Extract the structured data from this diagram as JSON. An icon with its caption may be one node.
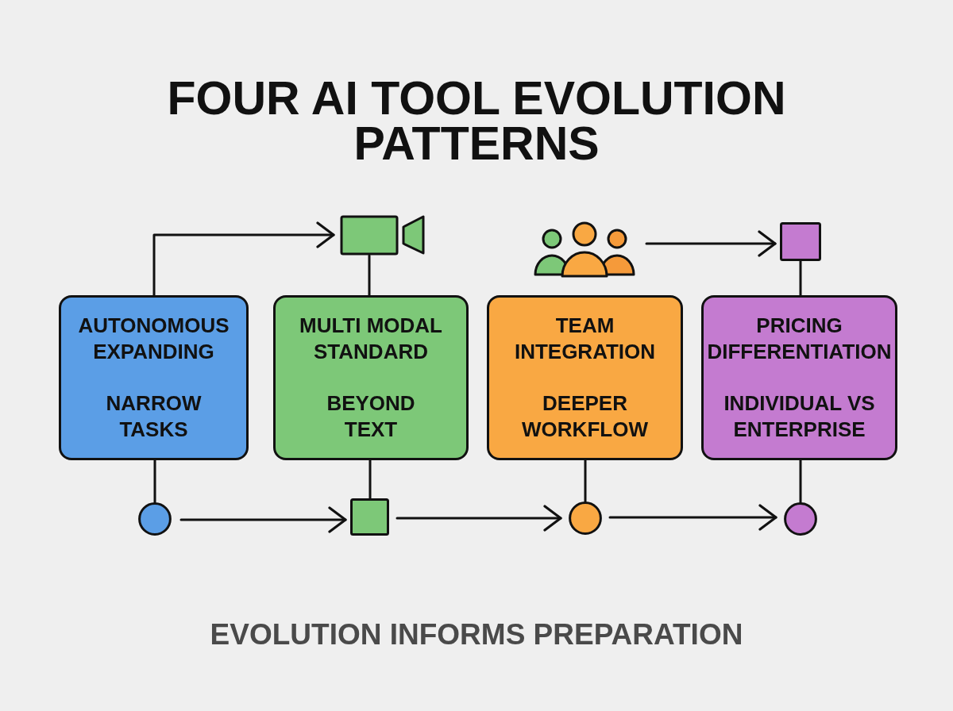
{
  "diagram": {
    "title": "FOUR AI TOOL EVOLUTION PATTERNS",
    "caption": "EVOLUTION INFORMS PREPARATION",
    "nodes": [
      {
        "text": [],
        "shape": "camera"
      },
      {
        "text": [],
        "shape": "person"
      },
      {
        "text": [],
        "shape": "box"
      },
      {
        "text": [
          "AUTONOMOUS EXPANDING",
          "NARROW TASKS"
        ]
      },
      {
        "text": [
          "MULTI MODAL STANDARD",
          "BEYOND TEXT"
        ]
      },
      {
        "text": [
          "TEAM INTEGRATION",
          "DEEPER WORKFLOW"
        ]
      },
      {
        "text": [
          "PRICING DIFFERENTIATION",
          "INDIVIDUAL VS ENTERPRISE"
        ]
      },
      {
        "text": [],
        "shape": "circle"
      },
      {
        "text": [],
        "shape": "box"
      },
      {
        "text": [],
        "shape": "circle"
      },
      {
        "text": [],
        "shape": "circle"
      }
    ],
    "edges": [
      {
        "from": 3,
        "to": 0,
        "arrow": "to"
      },
      {
        "from": 0,
        "to": 4,
        "arrow": "none"
      },
      {
        "from": 1,
        "to": 2,
        "arrow": "to"
      },
      {
        "from": 2,
        "to": 6,
        "arrow": "none"
      },
      {
        "from": 3,
        "to": 7,
        "arrow": "none"
      },
      {
        "from": 4,
        "to": 8,
        "arrow": "none"
      },
      {
        "from": 5,
        "to": 9,
        "arrow": "none"
      },
      {
        "from": 6,
        "to": 10,
        "arrow": "none"
      },
      {
        "from": 7,
        "to": 8,
        "arrow": "to"
      },
      {
        "from": 8,
        "to": 9,
        "arrow": "to"
      },
      {
        "from": 9,
        "to": 10,
        "arrow": "to"
      }
    ]
  }
}
